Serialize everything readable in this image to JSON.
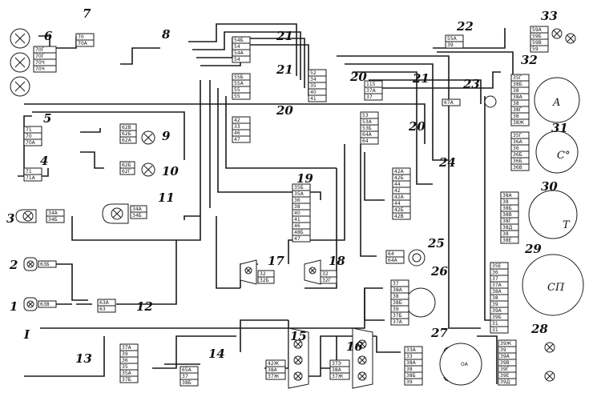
{
  "diagram": {
    "component_labels": [
      {
        "id": "6",
        "text": "6"
      },
      {
        "id": "7",
        "text": "7"
      },
      {
        "id": "8",
        "text": "8"
      },
      {
        "id": "21a",
        "text": "21"
      },
      {
        "id": "21b",
        "text": "21"
      },
      {
        "id": "21c",
        "text": "21"
      },
      {
        "id": "20a",
        "text": "20"
      },
      {
        "id": "20b",
        "text": "20"
      },
      {
        "id": "20c",
        "text": "20"
      },
      {
        "id": "22",
        "text": "22"
      },
      {
        "id": "33",
        "text": "33"
      },
      {
        "id": "32",
        "text": "32"
      },
      {
        "id": "23",
        "text": "23"
      },
      {
        "id": "31",
        "text": "31"
      },
      {
        "id": "30",
        "text": "30"
      },
      {
        "id": "29",
        "text": "29"
      },
      {
        "id": "28",
        "text": "28"
      },
      {
        "id": "27",
        "text": "27"
      },
      {
        "id": "26",
        "text": "26"
      },
      {
        "id": "25",
        "text": "25"
      },
      {
        "id": "24",
        "text": "24"
      },
      {
        "id": "19",
        "text": "19"
      },
      {
        "id": "18",
        "text": "18"
      },
      {
        "id": "17",
        "text": "17"
      },
      {
        "id": "16",
        "text": "16"
      },
      {
        "id": "15",
        "text": "15"
      },
      {
        "id": "14",
        "text": "14"
      },
      {
        "id": "13",
        "text": "13"
      },
      {
        "id": "12",
        "text": "12"
      },
      {
        "id": "11",
        "text": "11"
      },
      {
        "id": "10",
        "text": "10"
      },
      {
        "id": "9",
        "text": "9"
      },
      {
        "id": "5",
        "text": "5"
      },
      {
        "id": "4",
        "text": "4"
      },
      {
        "id": "3",
        "text": "3"
      },
      {
        "id": "2",
        "text": "2"
      },
      {
        "id": "1",
        "text": "1"
      },
      {
        "id": "I",
        "text": "I"
      }
    ],
    "gauge_symbols": {
      "ammeter": "A",
      "temp": "C°",
      "fuel": "T",
      "speedo": "СП",
      "tacho_label": "ОА"
    },
    "wire_codes": {
      "b6a": [
        "70Г",
        "70Г",
        "70Ч",
        "70Ч"
      ],
      "b7": [
        "70",
        "70А"
      ],
      "b5": [
        "71",
        "70",
        "70А"
      ],
      "b4": [
        "71",
        "71А"
      ],
      "b9": [
        "62В",
        "62Б",
        "62А"
      ],
      "b10": [
        "62Б",
        "62Г"
      ],
      "b11": [
        "34А",
        "34Б"
      ],
      "b3": [
        "34А",
        "34Б"
      ],
      "b2": [
        "63Б"
      ],
      "b1": [
        "63В"
      ],
      "b12": [
        "63А",
        "63"
      ],
      "b13": [
        "37А",
        "39",
        "36",
        "35",
        "35А",
        "37Б"
      ],
      "b14": [
        "65А",
        "37",
        "38Б"
      ],
      "b15": [
        "42Ж",
        "38А",
        "37Ж"
      ],
      "b16": [
        "37Э",
        "38А",
        "37Ж"
      ],
      "b17": [
        "32",
        "32Б"
      ],
      "b18": [
        "32",
        "32Г"
      ],
      "b19": [
        "35Б",
        "35А",
        "36",
        "38",
        "40",
        "41",
        "46",
        "48Б",
        "47"
      ],
      "b21a": [
        "54Б",
        "54",
        "54А",
        "54"
      ],
      "b21b": [
        "55Б",
        "55А",
        "55",
        "55"
      ],
      "b20a": [
        "52",
        "34",
        "35",
        "40",
        "41"
      ],
      "b20b": [
        "42",
        "33",
        "46",
        "47"
      ],
      "b20c": [
        "53",
        "53А",
        "53Б",
        "64А",
        "64"
      ],
      "b21c": [
        "115",
        "37А",
        "37"
      ],
      "b22": [
        "55А",
        "39"
      ],
      "b33": [
        "59А",
        "59Б",
        "59В",
        "59"
      ],
      "b32": [
        "35Г",
        "38Б",
        "38",
        "38А",
        "38",
        "38Г",
        "38",
        "38Ж"
      ],
      "b23": [
        "67А"
      ],
      "b31": [
        "35Г",
        "36А",
        "36",
        "36Б",
        "36Б",
        "36В"
      ],
      "b30": [
        "38А",
        "38",
        "38Б",
        "38В",
        "38Г",
        "38Д",
        "38",
        "38Е"
      ],
      "b29": [
        "35Е",
        "36",
        "37",
        "37А",
        "38А",
        "38",
        "39",
        "39А",
        "39Б",
        "31",
        "31"
      ],
      "b28": [
        "39Ж",
        "39",
        "39А",
        "39В",
        "39Г",
        "39Е",
        "39Д"
      ],
      "b27": [
        "33А",
        "33",
        "38А",
        "38",
        "38Б",
        "39"
      ],
      "b26": [
        "37",
        "38А",
        "38",
        "38Б",
        "39",
        "37Б",
        "37А"
      ],
      "b24": [
        "42А",
        "42Б",
        "44",
        "42",
        "42А",
        "44",
        "42Б",
        "42В"
      ],
      "b25": [
        "64",
        "64А"
      ]
    }
  }
}
